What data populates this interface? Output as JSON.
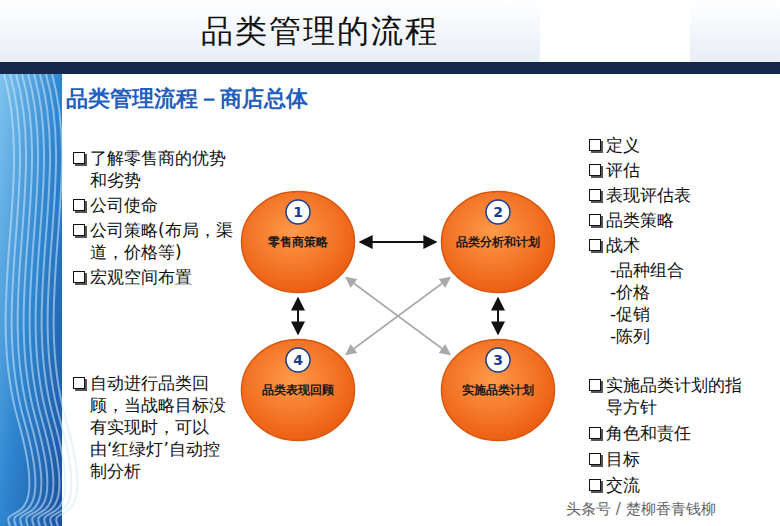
{
  "diagram": {
    "title": "品类管理的流程",
    "nodes": [
      {
        "text": [
          "1",
          "零售商策略"
        ]
      },
      {
        "text": [
          "2",
          "品类分析和计划"
        ]
      },
      {
        "text": [
          "4",
          "品类表现回顾"
        ]
      },
      {
        "text": [
          "3",
          "实施品类计划"
        ]
      }
    ],
    "edges": [
      {
        "from": 0,
        "to": 1,
        "arrow": "both"
      },
      {
        "from": 0,
        "to": 2,
        "arrow": "both"
      },
      {
        "from": 1,
        "to": 3,
        "arrow": "both"
      },
      {
        "from": 0,
        "to": 3,
        "arrow": "both"
      },
      {
        "from": 1,
        "to": 2,
        "arrow": "both"
      }
    ],
    "labels": [
      "品类管理流程－商店总体",
      "了解零售商的优势和劣势",
      "公司使命",
      "公司策略(布局，渠道，价格等)",
      "宏观空间布置",
      "定义",
      "评估",
      "表现评估表",
      "品类策略",
      "战术",
      "-品种组合",
      "-价格",
      "-促销",
      "-陈列",
      "自动进行品类回顾，当战略目标没有实现时，可以由‘红绿灯’自动控制分析",
      "实施品类计划的指导方针",
      "角色和责任",
      "目标",
      "交流",
      "头条号 / 楚柳香青钱柳"
    ]
  }
}
